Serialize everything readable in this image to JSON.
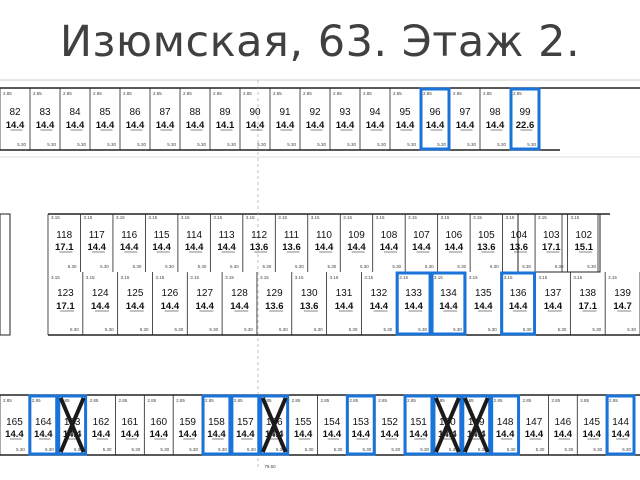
{
  "title": "Изюмская, 63. Этаж 2.",
  "colors": {
    "highlight": "#1a73d9",
    "cross": "#1a1a1a",
    "line": "#222222"
  },
  "rows": [
    {
      "id": "top",
      "boxes": [
        {
          "n": "82",
          "a": "14.4"
        },
        {
          "n": "83",
          "a": "14.4"
        },
        {
          "n": "84",
          "a": "14.4"
        },
        {
          "n": "85",
          "a": "14.4"
        },
        {
          "n": "86",
          "a": "14.4"
        },
        {
          "n": "87",
          "a": "14.4"
        },
        {
          "n": "88",
          "a": "14.4"
        },
        {
          "n": "89",
          "a": "14.1"
        },
        {
          "n": "90",
          "a": "14.4"
        },
        {
          "n": "91",
          "a": "14.4"
        },
        {
          "n": "92",
          "a": "14.4"
        },
        {
          "n": "93",
          "a": "14.4"
        },
        {
          "n": "94",
          "a": "14.4"
        },
        {
          "n": "95",
          "a": "14.4"
        },
        {
          "n": "96",
          "a": "14.4",
          "hl": true
        },
        {
          "n": "97",
          "a": "14.4"
        },
        {
          "n": "98",
          "a": "14.4"
        },
        {
          "n": "99",
          "a": "22.6",
          "hl": true
        }
      ]
    },
    {
      "id": "mid-upper",
      "boxes": [
        {
          "n": "118",
          "a": "17.1"
        },
        {
          "n": "117",
          "a": "14.4"
        },
        {
          "n": "116",
          "a": "14.4"
        },
        {
          "n": "115",
          "a": "14.4"
        },
        {
          "n": "114",
          "a": "14.4"
        },
        {
          "n": "113",
          "a": "14.4"
        },
        {
          "n": "112",
          "a": "13.6"
        },
        {
          "n": "111",
          "a": "13.6"
        },
        {
          "n": "110",
          "a": "14.4"
        },
        {
          "n": "109",
          "a": "14.4"
        },
        {
          "n": "108",
          "a": "14.4"
        },
        {
          "n": "107",
          "a": "14.4"
        },
        {
          "n": "106",
          "a": "14.4"
        },
        {
          "n": "105",
          "a": "13.6"
        },
        {
          "n": "104",
          "a": "13.6"
        },
        {
          "n": "103",
          "a": "17.1"
        },
        {
          "n": "102",
          "a": "15.1"
        }
      ]
    },
    {
      "id": "mid-lower",
      "boxes": [
        {
          "n": "123",
          "a": "17.1"
        },
        {
          "n": "124",
          "a": "14.4"
        },
        {
          "n": "125",
          "a": "14.4"
        },
        {
          "n": "126",
          "a": "14.4"
        },
        {
          "n": "127",
          "a": "14.4"
        },
        {
          "n": "128",
          "a": "14.4"
        },
        {
          "n": "129",
          "a": "13.6"
        },
        {
          "n": "130",
          "a": "13.6"
        },
        {
          "n": "131",
          "a": "14.4"
        },
        {
          "n": "132",
          "a": "14.4"
        },
        {
          "n": "133",
          "a": "14.4",
          "hl": true
        },
        {
          "n": "134",
          "a": "14.4",
          "hl": true
        },
        {
          "n": "135",
          "a": "14.4"
        },
        {
          "n": "136",
          "a": "14.4",
          "hl": true
        },
        {
          "n": "137",
          "a": "14.4"
        },
        {
          "n": "138",
          "a": "17.1"
        },
        {
          "n": "139",
          "a": "14.7"
        }
      ]
    },
    {
      "id": "bottom",
      "boxes": [
        {
          "n": "165",
          "a": "14.4"
        },
        {
          "n": "164",
          "a": "14.4",
          "hl": true
        },
        {
          "n": "163",
          "a": "14.4",
          "hl": true,
          "x": true
        },
        {
          "n": "162",
          "a": "14.4"
        },
        {
          "n": "161",
          "a": "14.4"
        },
        {
          "n": "160",
          "a": "14.4"
        },
        {
          "n": "159",
          "a": "14.4"
        },
        {
          "n": "158",
          "a": "14.4",
          "hl": true
        },
        {
          "n": "157",
          "a": "14.4",
          "hl": true
        },
        {
          "n": "156",
          "a": "14.4",
          "hl": true,
          "x": true
        },
        {
          "n": "155",
          "a": "14.4"
        },
        {
          "n": "154",
          "a": "14.4"
        },
        {
          "n": "153",
          "a": "14.4",
          "hl": true
        },
        {
          "n": "152",
          "a": "14.4"
        },
        {
          "n": "151",
          "a": "14.4",
          "hl": true
        },
        {
          "n": "150",
          "a": "14.4",
          "hl": true,
          "x": true
        },
        {
          "n": "149",
          "a": "14.4",
          "hl": true,
          "x": true
        },
        {
          "n": "148",
          "a": "14.4",
          "hl": true
        },
        {
          "n": "147",
          "a": "14.4"
        },
        {
          "n": "146",
          "a": "14.4"
        },
        {
          "n": "145",
          "a": "14.4"
        },
        {
          "n": "144",
          "a": "14.4",
          "hl": true
        }
      ]
    }
  ],
  "dims": {
    "top": "2.85",
    "mid_a": "3.15",
    "mid_b": "2.70",
    "width": "5.30",
    "bottom": "79.50"
  }
}
